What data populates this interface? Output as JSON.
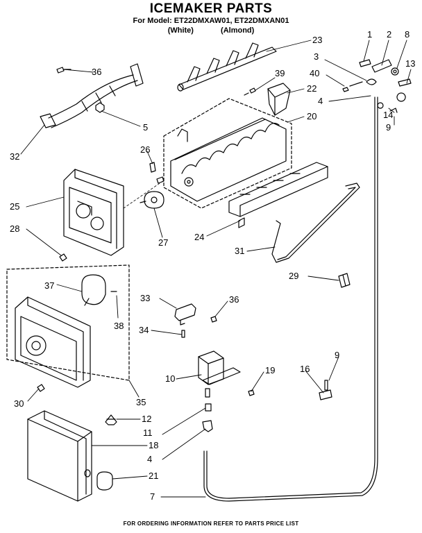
{
  "header": {
    "title": "ICEMAKER PARTS",
    "model_line": "For Model: ET22DMXAW01, ET22DMXAN01",
    "color_white": "(White)",
    "color_almond": "(Almond)"
  },
  "footer": "FOR ORDERING INFORMATION REFER TO PARTS PRICE LIST",
  "callouts": [
    "1",
    "2",
    "8",
    "3",
    "40",
    "13",
    "4",
    "14",
    "9",
    "23",
    "39",
    "22",
    "20",
    "36",
    "5",
    "32",
    "26",
    "25",
    "28",
    "27",
    "24",
    "31",
    "29",
    "37",
    "38",
    "33",
    "36",
    "34",
    "10",
    "19",
    "9",
    "16",
    "30",
    "35",
    "12",
    "11",
    "18",
    "4",
    "21",
    "7"
  ]
}
